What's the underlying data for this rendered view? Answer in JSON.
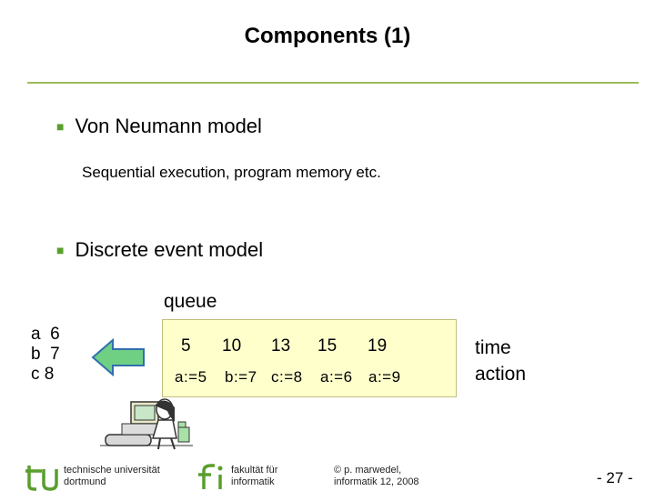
{
  "title": "Components (1)",
  "bullets": [
    {
      "text": "Von Neumann model",
      "sub": "Sequential execution, program memory etc."
    },
    {
      "text": "Discrete event model"
    }
  ],
  "queue": {
    "label": "queue",
    "times": [
      "5",
      "10",
      "13",
      "15",
      "19"
    ],
    "actions": [
      "a:=5",
      "b:=7",
      "c:=8",
      "a:=6",
      "a:=9"
    ]
  },
  "variables": [
    {
      "name": "a",
      "value": "6"
    },
    {
      "name": "b",
      "value": "7"
    },
    {
      "name": "c",
      "value": "8"
    }
  ],
  "side_labels": {
    "time": "time",
    "action": "action"
  },
  "footer": {
    "university_line1": "technische universität",
    "university_line2": "dortmund",
    "faculty_line1": "fakultät für",
    "faculty_line2": "informatik",
    "copyright_line1": "© p. marwedel,",
    "copyright_line2": "informatik 12,  2008",
    "page_number": "-  27 -"
  },
  "colors": {
    "accent_green": "#9bbb59",
    "queue_fill": "#ffffcc",
    "arrow_fill": "#6fcf82"
  },
  "icons": [
    "bullet-icon",
    "left-arrow-icon",
    "tu-logo-icon",
    "fi-logo-icon",
    "person-at-computer-icon"
  ]
}
